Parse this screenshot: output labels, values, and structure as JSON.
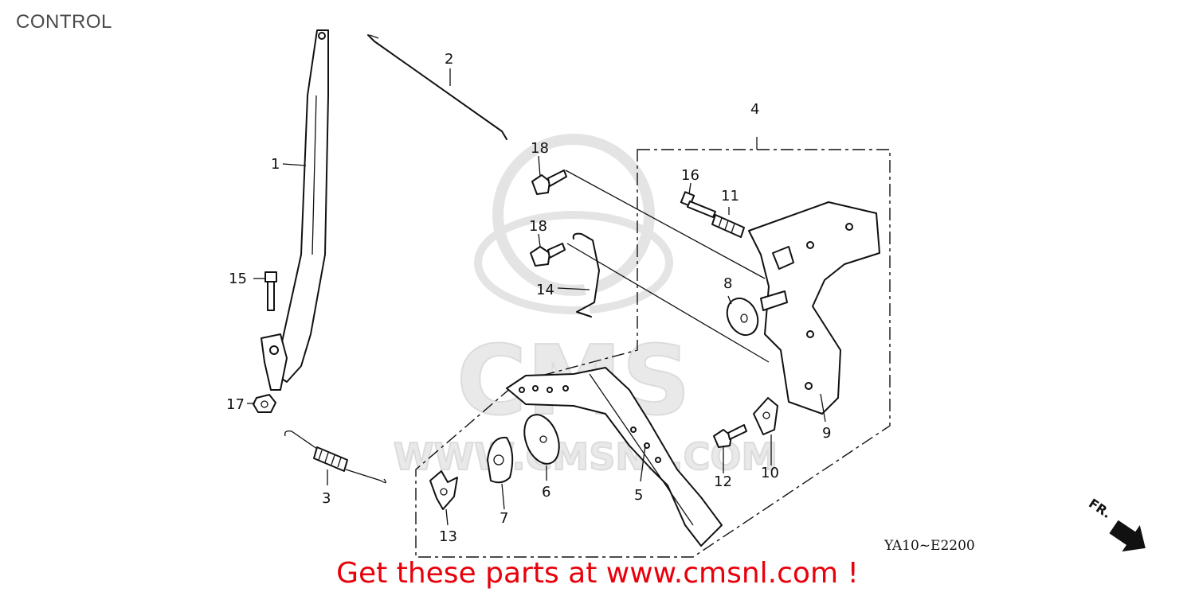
{
  "header": {
    "title": "CONTROL"
  },
  "diagram": {
    "code": "YA10~E2200",
    "direction_label": "FR.",
    "watermark": {
      "logo_text": "CMS",
      "url_text": "WWW.CMSNL.COM"
    },
    "callouts": [
      {
        "id": "1",
        "label": "1"
      },
      {
        "id": "2",
        "label": "2"
      },
      {
        "id": "3",
        "label": "3"
      },
      {
        "id": "4",
        "label": "4"
      },
      {
        "id": "5",
        "label": "5"
      },
      {
        "id": "6",
        "label": "6"
      },
      {
        "id": "7",
        "label": "7"
      },
      {
        "id": "8",
        "label": "8"
      },
      {
        "id": "9",
        "label": "9"
      },
      {
        "id": "10",
        "label": "10"
      },
      {
        "id": "11",
        "label": "11"
      },
      {
        "id": "12",
        "label": "12"
      },
      {
        "id": "13",
        "label": "13"
      },
      {
        "id": "14",
        "label": "14"
      },
      {
        "id": "15",
        "label": "15"
      },
      {
        "id": "16",
        "label": "16"
      },
      {
        "id": "17",
        "label": "17"
      },
      {
        "id": "18a",
        "label": "18"
      },
      {
        "id": "18b",
        "label": "18"
      }
    ]
  },
  "footer": {
    "promo": "Get these parts at www.cmsnl.com !"
  },
  "colors": {
    "promo": "#e8000b",
    "title": "#4a4a4a",
    "lines": "#111111",
    "watermark": "#e9e9e9"
  }
}
